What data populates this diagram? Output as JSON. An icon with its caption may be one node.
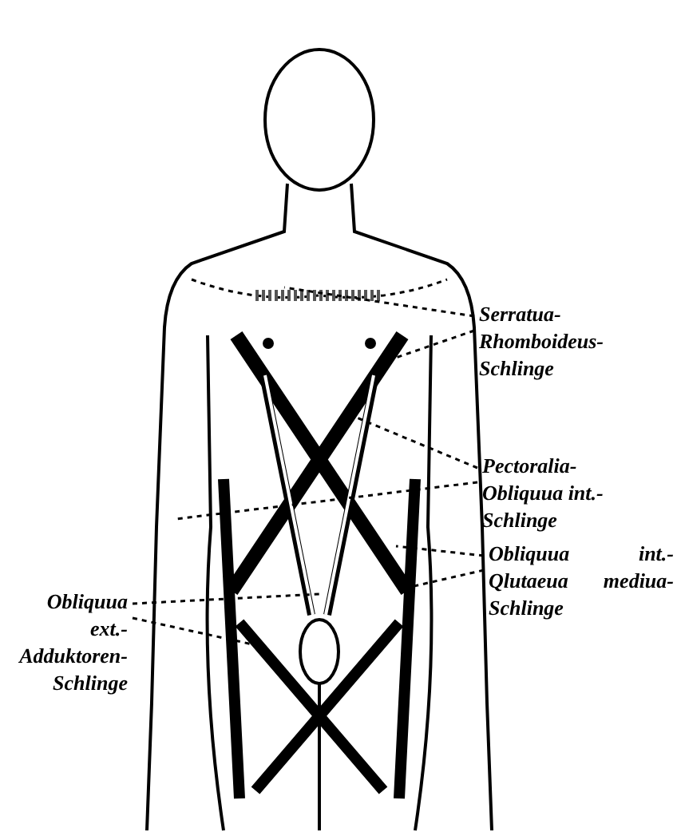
{
  "diagram": {
    "nodes": [
      {
        "text": [
          "Serratua- Rhomboideus- Schlinge"
        ]
      },
      {
        "text": [
          "Pectoralia- Obliquua int.- Schlinge"
        ]
      },
      {
        "text": [
          "Obliquua int.- Qlutaeua mediua- Schlinge"
        ]
      },
      {
        "text": [
          "Obliquua ext.- Adduktoren- Schlinge"
        ]
      }
    ],
    "edges": [
      {
        "from": 0,
        "to": null,
        "arrow": "none",
        "style": "dashed"
      },
      {
        "from": 0,
        "to": null,
        "arrow": "none",
        "style": "dashed"
      },
      {
        "from": 1,
        "to": null,
        "arrow": "none",
        "style": "dashed"
      },
      {
        "from": 1,
        "to": null,
        "arrow": "none",
        "style": "dashed"
      },
      {
        "from": 2,
        "to": null,
        "arrow": "none",
        "style": "dashed"
      },
      {
        "from": 2,
        "to": null,
        "arrow": "none",
        "style": "dashed"
      },
      {
        "from": 3,
        "to": null,
        "arrow": "none",
        "style": "dashed"
      },
      {
        "from": 3,
        "to": null,
        "arrow": "none",
        "style": "dashed"
      }
    ]
  }
}
